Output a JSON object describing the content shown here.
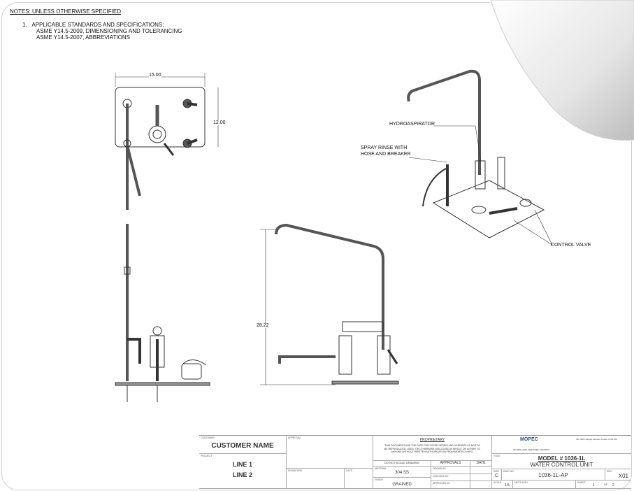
{
  "notes": {
    "heading": "NOTES: UNLESS OTHERWISE SPECIFIED",
    "item_number": "1.",
    "item_text": "APPLICABLE STANDARDS AND SPECIFICATIONS;",
    "sub1": "ASME Y14.5-2009, DIMENSIONING AND TOLERANCING",
    "sub2": "ASME Y14.5-2007, ABBREVIATIONS"
  },
  "dimensions": {
    "width": "15.00",
    "height": "12.00",
    "overall_height": "28.22"
  },
  "callouts": {
    "hydroaspirator": "HYDROASPIRATOR",
    "spray_rinse_1": "SPRAY RINSE WITH",
    "spray_rinse_2": "HOSE AND BREAKER",
    "control_valve": "CONTROL VALVE"
  },
  "title_block": {
    "customer_caption": "CUSTOMER",
    "customer": "CUSTOMER NAME",
    "project_caption": "PROJECT",
    "line1": "LINE 1",
    "line2": "LINE 2",
    "approval_caption": "APPROVAL",
    "signature_caption": "SIGNATURE",
    "date_caption": "DATE",
    "proprietary": "PROPRIETARY",
    "proprietary_text": "THIS DOCUMENT AND THE DATE DISCLOSED HEREIN AND HEREWITH IS NOT TO BE REPRODUCED, USED, OR OTHERWISE DISCLOSED IN WHOLE OR IN PART TO ANYONE WITHOUT WRITTEN AUTHORIZATION FROM MORTECH MFG.",
    "do_not_scale": "DO NOT SCALE DRAWING",
    "approvals": "APPROVALS",
    "date_header": "DATE",
    "material_caption": "MATERIAL",
    "material": "304 SS",
    "finish_caption": "FINISH",
    "finish": "GRAINED",
    "drawn_by": "DRAWN BY",
    "checked_by": "CHECKED BY",
    "approved_by": "APPROVED BY",
    "company": "MOPEC",
    "certified": "ISO 9001:2015 CERTIFIED COMPANY",
    "address": "411 North Aerojet Avenue, Azusa, CA 91702",
    "title_caption": "TITLE",
    "model": "MODEL # 1036-1L",
    "description": "WATER CONTROL UNIT",
    "size_caption": "SIZE",
    "size": "C",
    "dwg_caption": "DWG NO.",
    "dwg_no": "1036-1L-AP",
    "rev_caption": "REV.",
    "rev": "X01",
    "scale_caption": "SCALE",
    "scale": "1:5",
    "next_assy_caption": "NEXT ASSY",
    "sheet_caption": "SHEET",
    "sheet": "1",
    "of_caption": "OF",
    "sheets": "2"
  }
}
